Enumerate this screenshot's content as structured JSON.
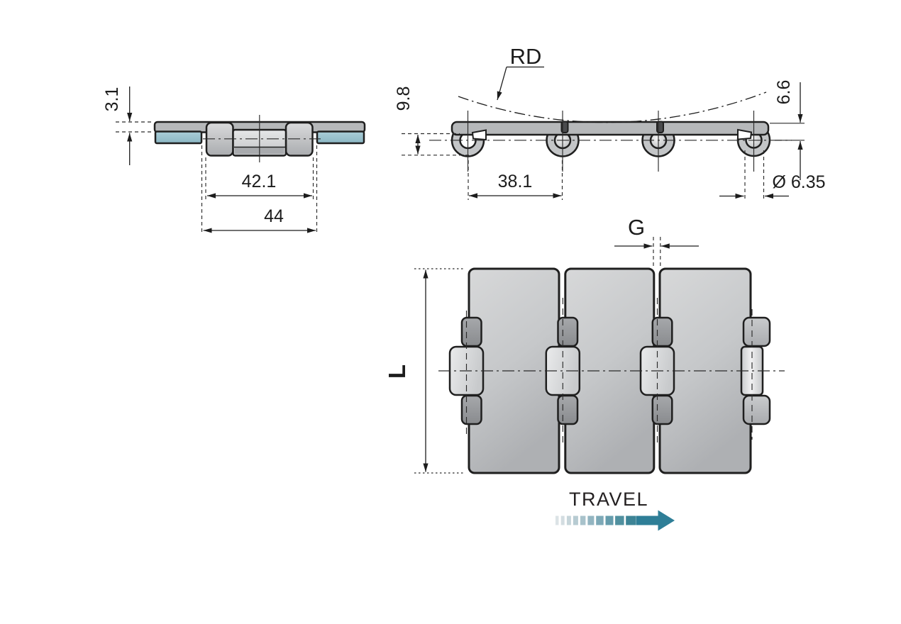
{
  "page": {
    "background": "#ffffff",
    "description": "Technical drawing of a side-flexing flat-top conveyor chain: cross-section view, side elevation view and top plan view with dimensions"
  },
  "views": {
    "cross_section": {
      "name": "plate-cross-section-view",
      "dim_thickness": "3.1",
      "dim_hinge_width": "42.1",
      "dim_overall_width": "44"
    },
    "side_view": {
      "name": "chain-side-view",
      "label_radius": "RD",
      "dim_loop_height": "9.8",
      "dim_top_height": "6.6",
      "dim_pitch": "38.1",
      "dim_pin_diameter": "Ø 6.35"
    },
    "top_view": {
      "name": "chain-top-view",
      "dim_gap": "G",
      "dim_width": "L"
    },
    "travel_indicator": {
      "label": "TRAVEL",
      "arrow_color": "#2e7e97",
      "segment_colors": [
        "#dce3e6",
        "#d3dde1",
        "#c6d5da",
        "#b7cbd2",
        "#a8c2cb",
        "#93b5c1",
        "#7da9b7",
        "#659cac",
        "#50909f",
        "#3d8496"
      ]
    },
    "colors": {
      "pad_accent_blue": "#9cc4d1",
      "travel_teal": "#2e7e97",
      "line_color": "#1f1f1f"
    }
  }
}
